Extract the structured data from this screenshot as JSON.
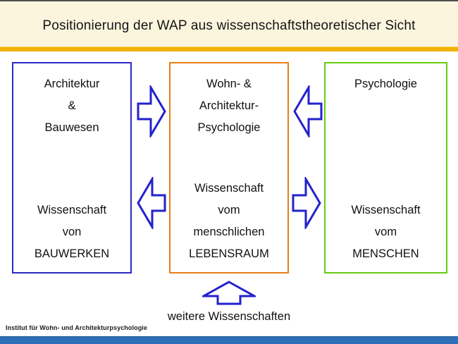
{
  "title": "Positionierung der WAP aus wissenschaftstheoretischer Sicht",
  "boxes": {
    "left": {
      "top": "Architektur\n&\nBauwesen",
      "bottom": "Wissenschaft\nvon\nBAUWERKEN",
      "border_color": "#2a2ac4"
    },
    "middle": {
      "top": "Wohn- &\nArchitektur-\nPsychologie",
      "bottom": "Wissenschaft\nvom\nmenschlichen\nLEBENSRAUM",
      "border_color": "#e87e17"
    },
    "right": {
      "top": "Psychologie",
      "bottom": "Wissenschaft\nvom\nMENSCHEN",
      "border_color": "#66cc11"
    }
  },
  "arrows": {
    "color": "#2222cc",
    "top_left_gap": "right",
    "top_right_gap": "left",
    "bottom_left_gap": "left",
    "bottom_right_gap": "right",
    "bottom_center": "up"
  },
  "caption": "weitere Wissenschaften",
  "footer": "Institut für Wohn- und Architekturpsychologie",
  "colors": {
    "title_band_bg": "#fcf5de",
    "gold_divider": "#f2b200",
    "bottom_bar": "#2e6fb7",
    "text": "#111111"
  }
}
